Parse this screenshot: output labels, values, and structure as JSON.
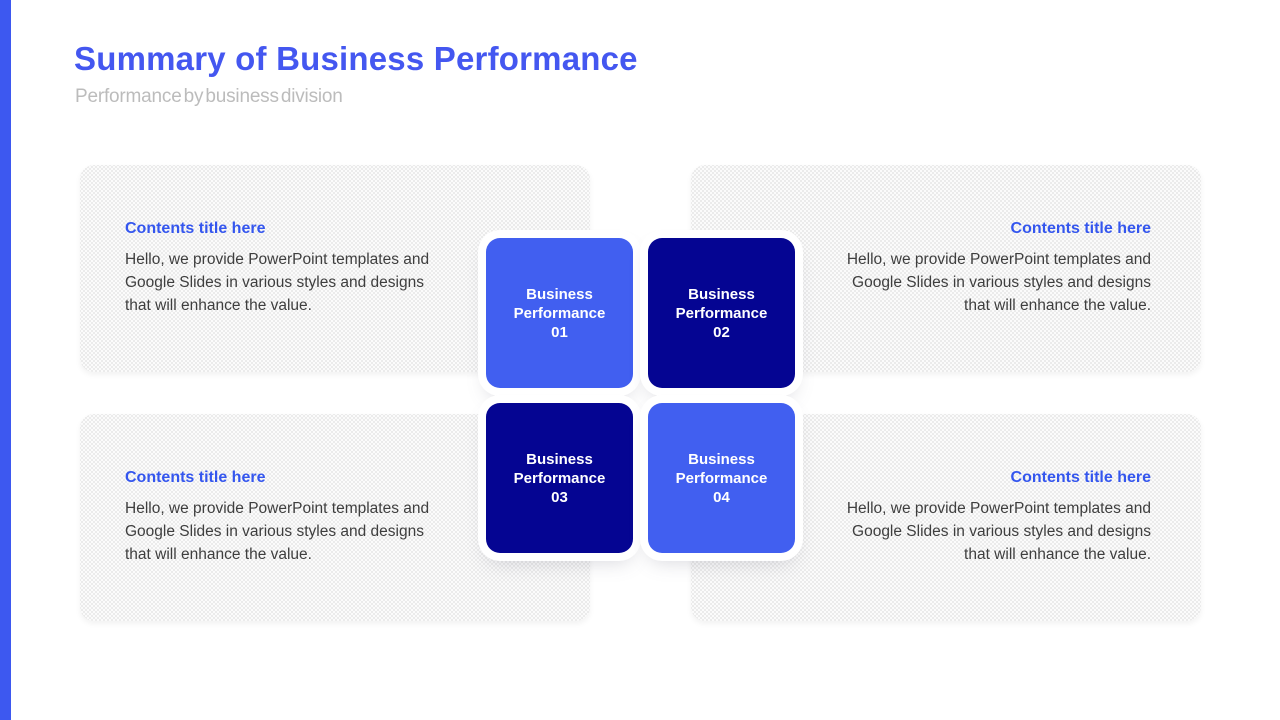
{
  "slide": {
    "title": "Summary of Business Performance",
    "subtitle": "Performance by business division"
  },
  "colors": {
    "accent_blue": "#3d58f0",
    "title_blue": "#4457f0",
    "heading_blue": "#3456ee",
    "tile_bright_blue": "#415ff0",
    "tile_dark_navy": "#050592",
    "card_gray": "#ebebeb",
    "subtitle_gray": "#bcbcbc",
    "body_text_gray": "#3e3e3e"
  },
  "cards": [
    {
      "position": "top-left",
      "heading": "Contents title here",
      "body": "Hello, we provide PowerPoint templates and Google Slides in various styles and designs that will enhance the value."
    },
    {
      "position": "top-right",
      "heading": "Contents title here",
      "body": "Hello, we provide PowerPoint templates and Google Slides in various styles and designs that will enhance the value."
    },
    {
      "position": "bottom-left",
      "heading": "Contents title here",
      "body": "Hello, we provide PowerPoint templates and Google Slides in various styles and designs that will enhance the value."
    },
    {
      "position": "bottom-right",
      "heading": "Contents title here",
      "body": "Hello, we provide PowerPoint templates and Google Slides in various styles and designs that will enhance the value."
    }
  ],
  "squares": [
    {
      "label": "Business Performance",
      "number": "01",
      "variant": "bright"
    },
    {
      "label": "Business Performance",
      "number": "02",
      "variant": "dark"
    },
    {
      "label": "Business Performance",
      "number": "03",
      "variant": "dark"
    },
    {
      "label": "Business Performance",
      "number": "04",
      "variant": "bright"
    }
  ]
}
